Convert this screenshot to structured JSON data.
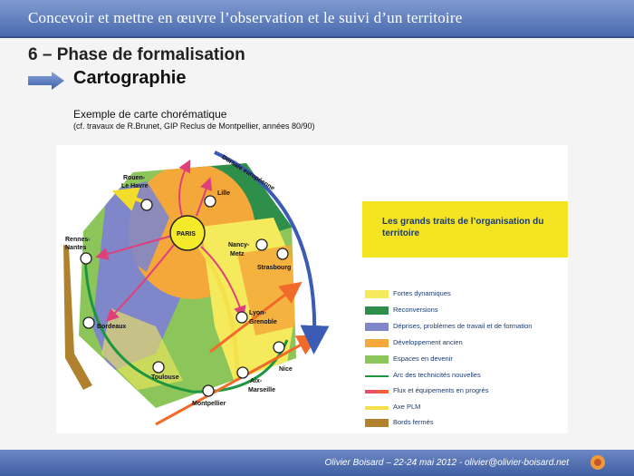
{
  "header": {
    "title": "Concevoir et mettre en œuvre l’observation et le suivi d’un territoire"
  },
  "section": {
    "title": "6 – Phase de formalisation",
    "subtitle": "Cartographie"
  },
  "example": {
    "title": "Exemple de carte chorématique",
    "note": "(cf. travaux de R.Brunet, GIP Reclus de Montpellier, années 80/90)"
  },
  "map": {
    "dorsale_label": "Dorsale européenne",
    "cities": {
      "paris": "PARIS",
      "rouen": "Rouen-",
      "rouen2": "Le Havre",
      "lille": "Lille",
      "rennes": "Rennes-",
      "rennes2": "Nantes",
      "nancy": "Nancy-",
      "nancy2": "Metz",
      "strasbourg": "Strasbourg",
      "bordeaux": "Bordeaux",
      "lyon": "Lyon-",
      "lyon2": "Grenoble",
      "nice": "Nice",
      "toulouse": "Toulouse",
      "aix": "Aix-",
      "aix2": "Marseille",
      "montpellier": "Montpellier"
    },
    "legend_title": "Les grands traits de l’organisation du territoire",
    "legend": [
      {
        "label": "Fortes dynamiques",
        "color": "#f4ea5c"
      },
      {
        "label": "Reconversions",
        "color": "#2e8f4a"
      },
      {
        "label": "Déprises, problèmes de travail et de formation",
        "color": "#7f86c9"
      },
      {
        "label": "Développement ancien",
        "color": "#f4a83a"
      },
      {
        "label": "Espaces en devenir",
        "color": "#8cc65a"
      },
      {
        "label": "Arc des technicités nouvelles",
        "color": "#1e9640"
      },
      {
        "label": "Flux et équipements en progrès",
        "color": "#e8467a"
      },
      {
        "label": "Axe PLM",
        "color": "#f4e04a"
      },
      {
        "label": "Bords fermés",
        "color": "#b0822e"
      }
    ]
  },
  "footer": {
    "text": "Olivier Boisard – 22-24 mai 2012 - olivier@olivier-boisard.net"
  }
}
